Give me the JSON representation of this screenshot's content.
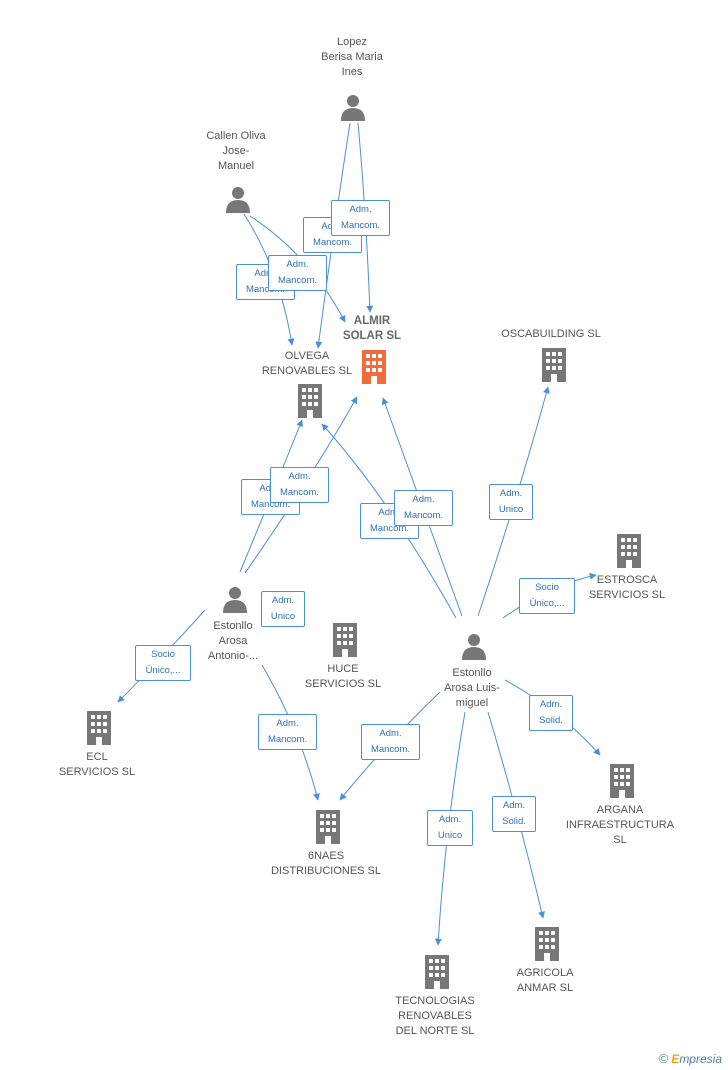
{
  "colors": {
    "edge": "#4a90d9",
    "company": "#777777",
    "main_company": "#f26b3a",
    "person": "#777777"
  },
  "nodes": {
    "lopez": {
      "label": "Lopez\nBerisa Maria\nInes",
      "type": "person"
    },
    "callen": {
      "label": "Callen Oliva\nJose-\nManuel",
      "type": "person"
    },
    "almir": {
      "label": "ALMIR\nSOLAR SL",
      "type": "main-company"
    },
    "olvega": {
      "label": "OLVEGA\nRENOVABLES SL",
      "type": "company"
    },
    "oscabuilding": {
      "label": "OSCABUILDING SL",
      "type": "company"
    },
    "estrosca": {
      "label": "ESTROSCA\nSERVICIOS SL",
      "type": "company"
    },
    "estonllo_antonio": {
      "label": "Estonllo\nArosa\nAntonio-...",
      "type": "person"
    },
    "huce": {
      "label": "HUCE\nSERVICIOS  SL",
      "type": "company"
    },
    "estonllo_luis": {
      "label": "Estonllo\nArosa Luis-\nmiguel",
      "type": "person"
    },
    "ecl": {
      "label": "ECL\nSERVICIOS  SL",
      "type": "company"
    },
    "argana": {
      "label": "ARGANA\nINFRAESTRUCTURA\nSL",
      "type": "company"
    },
    "6naes": {
      "label": "6NAES\nDISTRIBUCIONES SL",
      "type": "company"
    },
    "tecnologias": {
      "label": "TECNOLOGIAS\nRENOVABLES\nDEL NORTE SL",
      "type": "company"
    },
    "agricola": {
      "label": "AGRICOLA\nANMAR SL",
      "type": "company"
    }
  },
  "edge_labels": {
    "lopez_almir": "Adm.\nMancom.",
    "lopez_olvega": "Adm.\nMancom.",
    "callen_olvega": "Adm.\nMancom.",
    "callen_almir": "Adm.\nMancom.",
    "antonio_olvega_a": "Adm.\nMancom.",
    "antonio_olvega_b": "Adm.\nMancom.",
    "antonio_almir": "Adm.\nMancom.",
    "luis_almir": "Adm.\nMancom.",
    "luis_oscabuilding": "Adm.\nUnico",
    "antonio_huce": "Adm.\nUnico",
    "luis_estrosca": "Socio\nÚnico,...",
    "antonio_ecl": "Socio\nÚnico,...",
    "antonio_6naes": "Adm.\nMancom.",
    "luis_6naes": "Adm.\nMancom.",
    "luis_argana": "Adm.\nSolid.",
    "luis_tecnologias": "Adm.\nUnico",
    "luis_agricola": "Adm.\nSolid."
  },
  "brand": {
    "copyright": "©",
    "e": "E",
    "rest": "mpresia"
  }
}
